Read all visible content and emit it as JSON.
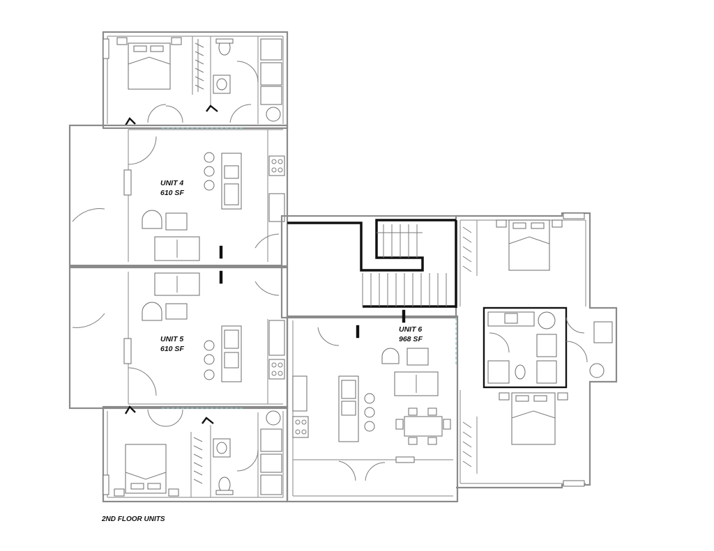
{
  "drawing_title": "2ND FLOOR UNITS",
  "units": [
    {
      "name": "UNIT 4",
      "area": "610 SF"
    },
    {
      "name": "UNIT 5",
      "area": "610 SF"
    },
    {
      "name": "UNIT 6",
      "area": "968 SF"
    }
  ]
}
